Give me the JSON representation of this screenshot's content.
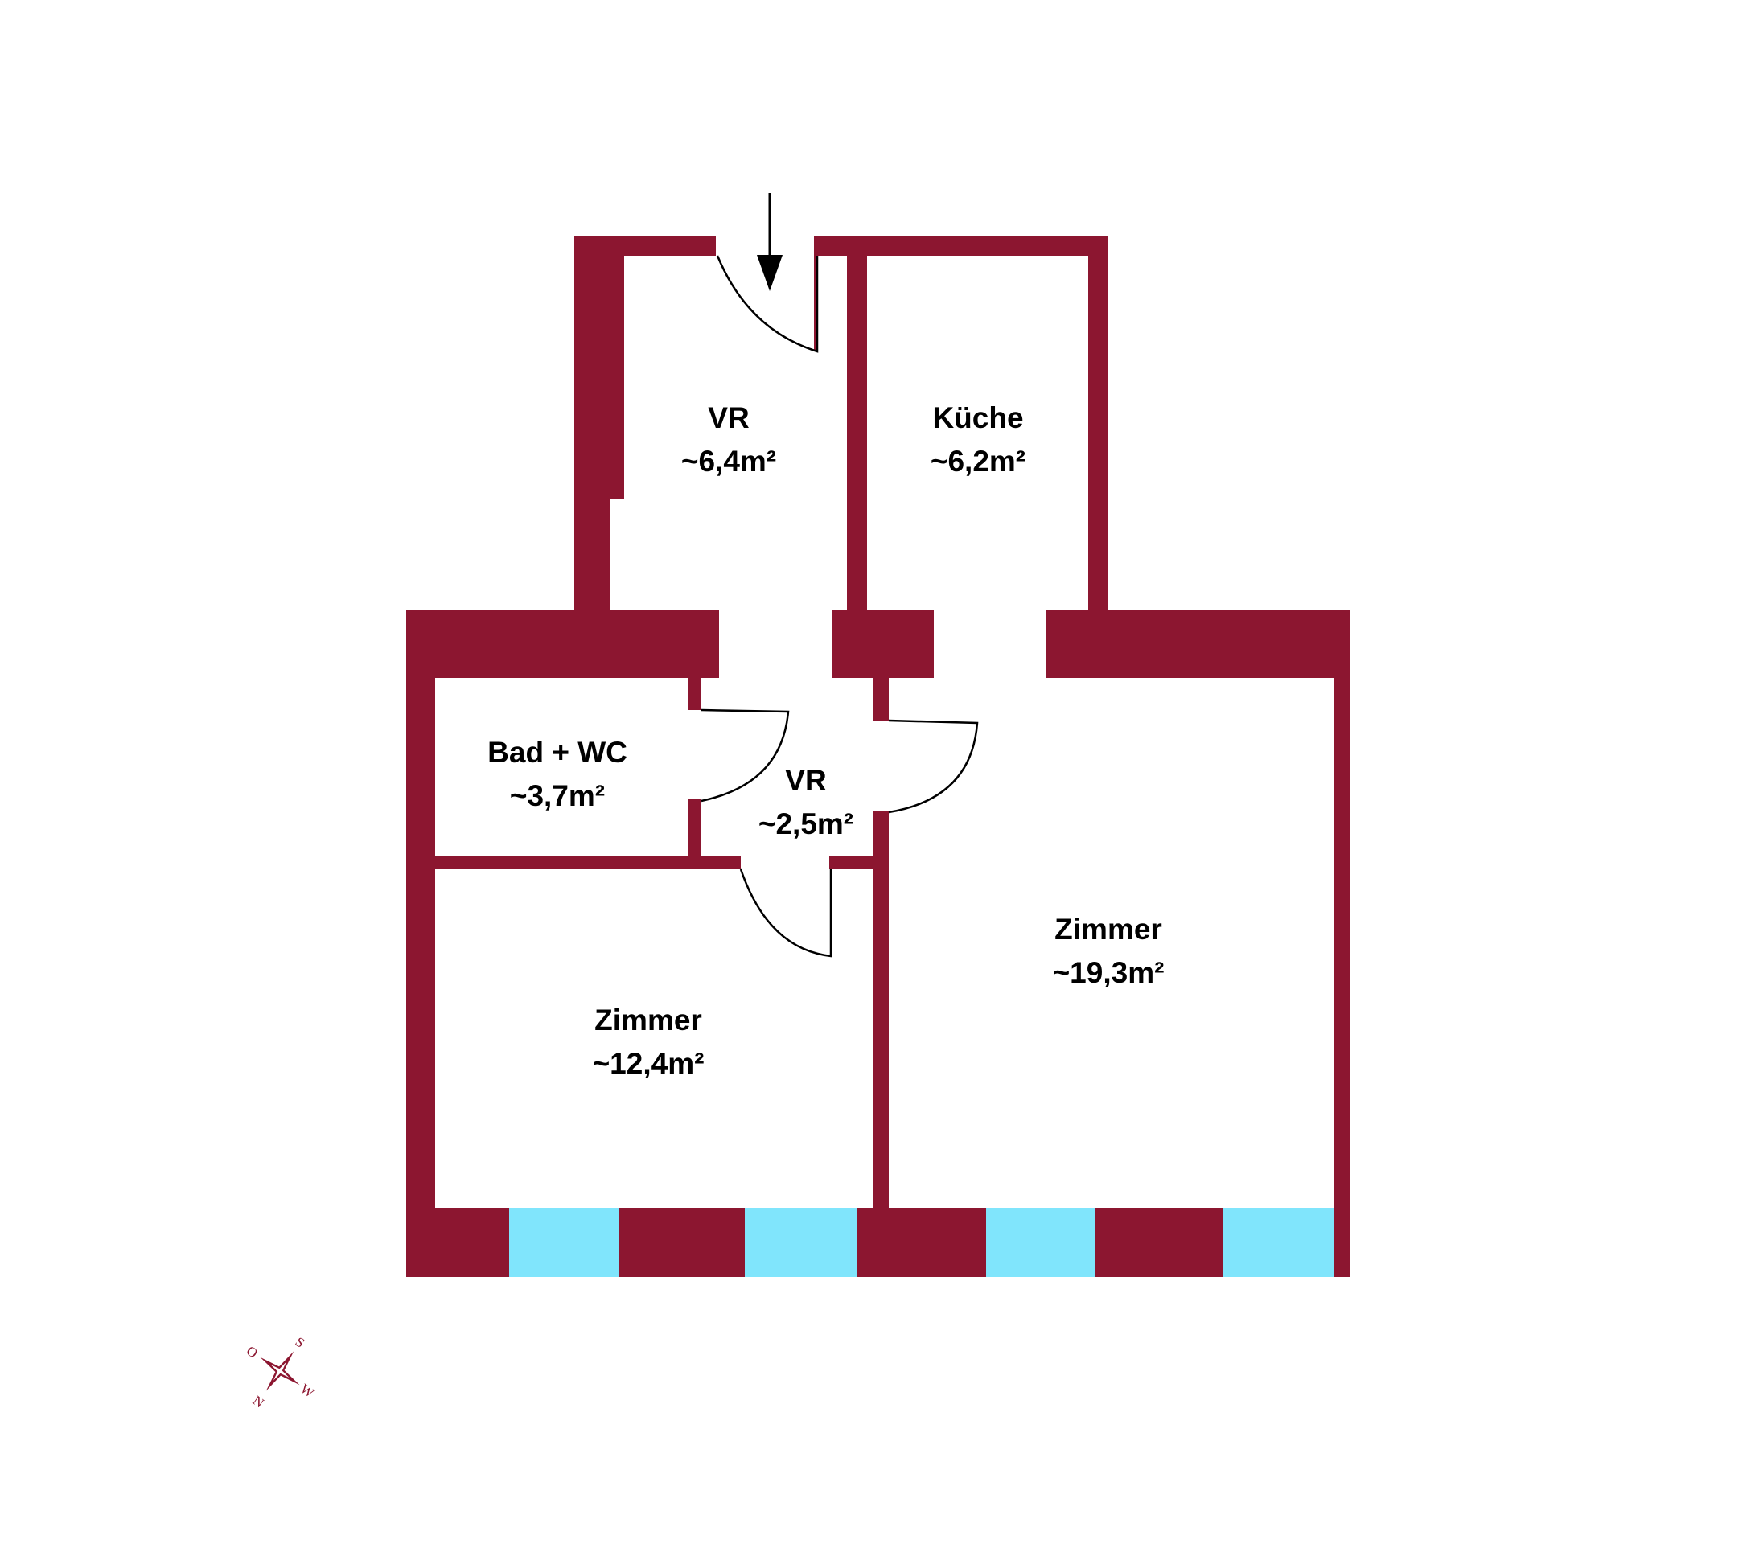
{
  "colors": {
    "wall": "#8c1630",
    "window": "#80e5fc",
    "door_line": "#000000",
    "background": "#ffffff"
  },
  "rooms": {
    "vr_top": {
      "name": "VR",
      "area": "~6,4m²"
    },
    "kueche": {
      "name": "Küche",
      "area": "~6,2m²"
    },
    "bad_wc": {
      "name": "Bad + WC",
      "area": "~3,7m²"
    },
    "vr_mid": {
      "name": "VR",
      "area": "~2,5m²"
    },
    "zimmer_l": {
      "name": "Zimmer",
      "area": "~12,4m²"
    },
    "zimmer_r": {
      "name": "Zimmer",
      "area": "~19,3m²"
    }
  },
  "entrance": {
    "icon": "entrance-arrow-icon"
  },
  "compass": {
    "icon": "compass-rose-icon",
    "n": "N",
    "o": "O",
    "s": "S",
    "w": "W"
  }
}
